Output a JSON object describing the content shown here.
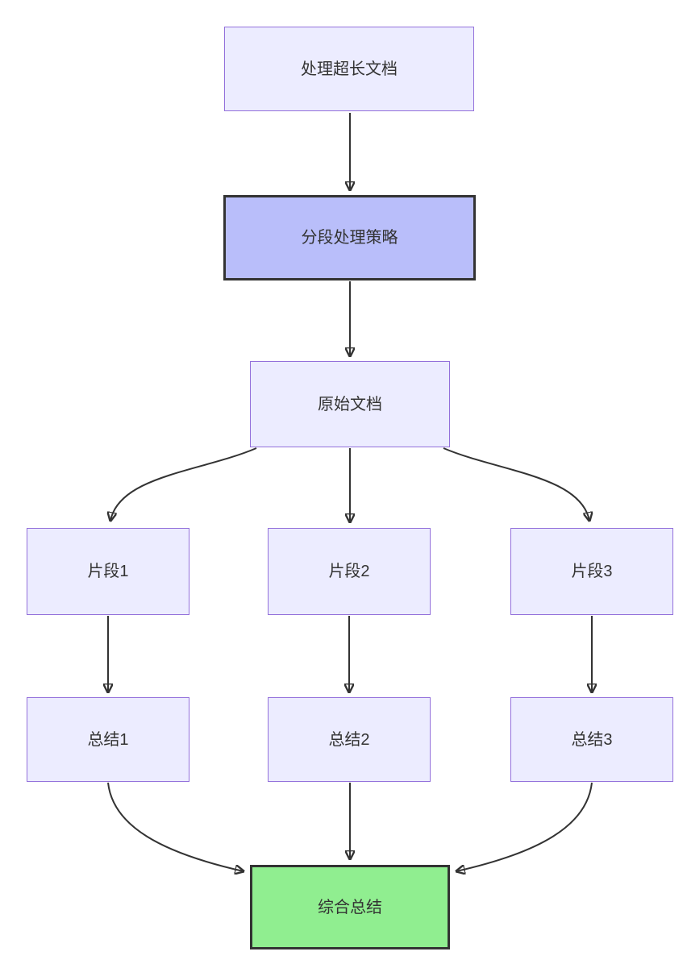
{
  "diagram": {
    "type": "flowchart",
    "direction": "top-down",
    "nodes": {
      "start": {
        "label": "处理超长文档",
        "style": "default"
      },
      "strategy": {
        "label": "分段处理策略",
        "style": "highlight-purple"
      },
      "doc": {
        "label": "原始文档",
        "style": "default"
      },
      "seg1": {
        "label": "片段1",
        "style": "default"
      },
      "seg2": {
        "label": "片段2",
        "style": "default"
      },
      "seg3": {
        "label": "片段3",
        "style": "default"
      },
      "sum1": {
        "label": "总结1",
        "style": "default"
      },
      "sum2": {
        "label": "总结2",
        "style": "default"
      },
      "sum3": {
        "label": "总结3",
        "style": "default"
      },
      "final": {
        "label": "综合总结",
        "style": "highlight-green"
      }
    },
    "edges": [
      {
        "from": "start",
        "to": "strategy"
      },
      {
        "from": "strategy",
        "to": "doc"
      },
      {
        "from": "doc",
        "to": "seg1"
      },
      {
        "from": "doc",
        "to": "seg2"
      },
      {
        "from": "doc",
        "to": "seg3"
      },
      {
        "from": "seg1",
        "to": "sum1"
      },
      {
        "from": "seg2",
        "to": "sum2"
      },
      {
        "from": "seg3",
        "to": "sum3"
      },
      {
        "from": "sum1",
        "to": "final"
      },
      {
        "from": "sum2",
        "to": "final"
      },
      {
        "from": "sum3",
        "to": "final"
      }
    ],
    "colors": {
      "node_fill": "#ECECFF",
      "node_border": "#9370DB",
      "strategy_fill": "#b9befa",
      "strategy_border": "#333333",
      "final_fill": "#90EE90",
      "final_border": "#333333",
      "edge_stroke": "#333333",
      "text": "#333333",
      "background": "#ffffff"
    }
  }
}
